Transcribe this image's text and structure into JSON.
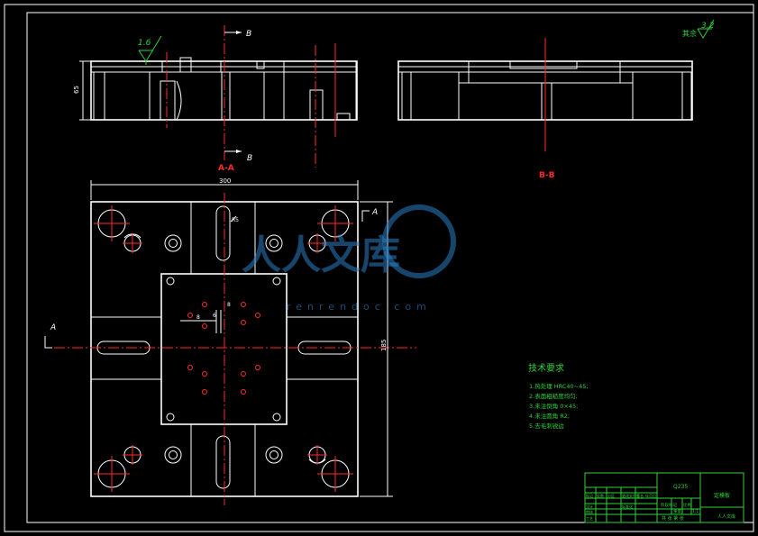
{
  "section_labels": {
    "aa": "A-A",
    "bb": "B-B",
    "b_top": "B",
    "b_bottom": "B",
    "a_right": "A",
    "a_left": "A"
  },
  "roughness": {
    "top_value": "1.6",
    "rest_label": "其余",
    "rest_value": "3.2"
  },
  "dimensions": {
    "width": "300",
    "height": "185",
    "side_height": "65",
    "slot_radius": "R5",
    "small_a": "8",
    "small_b": "6",
    "small_c": "8"
  },
  "tech_req": {
    "title": "技术要求",
    "items": [
      "1.热处理 HRC40~45;",
      "2.表面粗糙度均匀;",
      "3.未注倒角 0×45;",
      "4.未注圆角 R2;",
      "5.去毛刺锐边"
    ]
  },
  "title_block": {
    "material": "Q235",
    "part_name": "定模板",
    "scale": "1:1",
    "sheet_label": "共 张 第 张",
    "company": "人人文库",
    "row_labels": [
      "标记",
      "设计",
      "审核",
      "工艺"
    ],
    "row_cells": [
      "处数",
      "分区",
      "更改文件号",
      "签名",
      "年月日"
    ],
    "standard": "标准化",
    "stage": "阶段标记",
    "weight": "重量",
    "scale_label": "比例"
  },
  "watermark": {
    "text": "人人文库",
    "url": "renrendoc.com"
  },
  "colors": {
    "outline": "#ffffff",
    "center": "#ff2a2a",
    "annotation": "#2fd13a",
    "watermark": "#2a7fc4"
  }
}
